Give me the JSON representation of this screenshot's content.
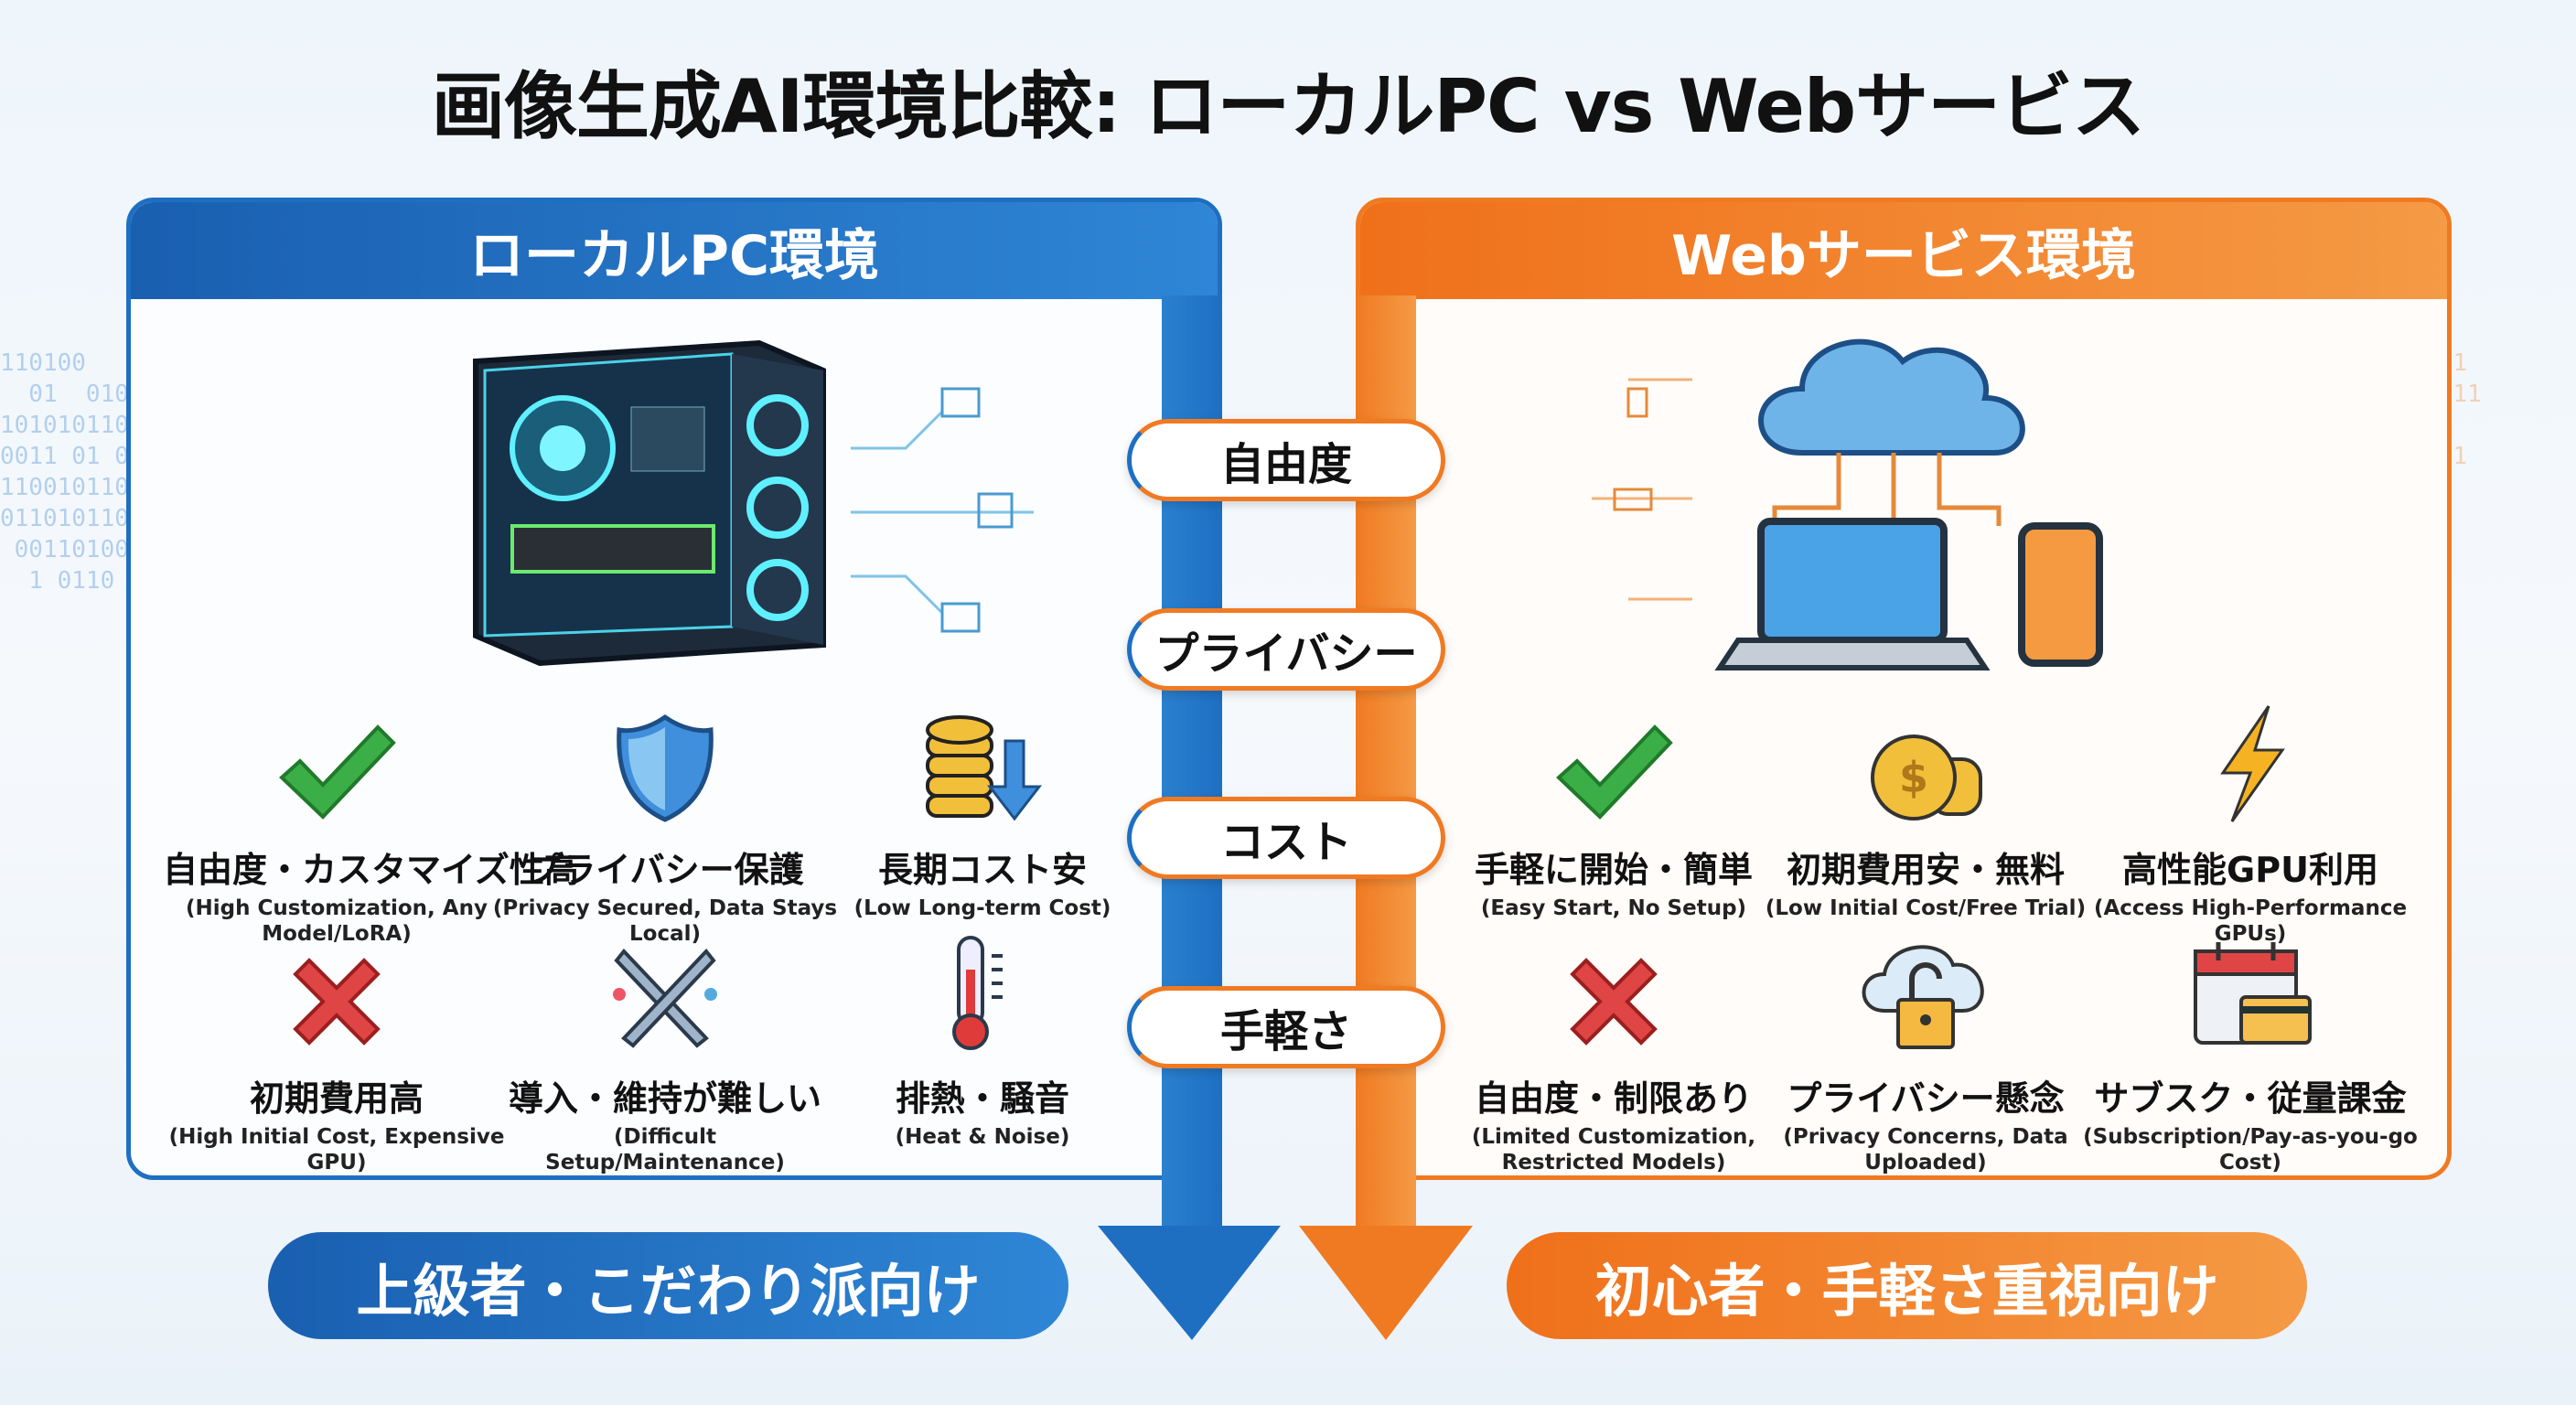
{
  "title": "画像生成AI環境比較: ローカルPC vs Webサービス",
  "colors": {
    "local": "#1e6fc2",
    "web": "#f07a22"
  },
  "local": {
    "header": "ローカルPC環境",
    "pros": [
      {
        "icon": "check-icon",
        "label": "自由度・カスタマイズ性高",
        "sub": "(High Customization, Any Model/LoRA)"
      },
      {
        "icon": "shield-icon",
        "label": "プライバシー保護",
        "sub": "(Privacy Secured, Data Stays Local)"
      },
      {
        "icon": "coins-down-icon",
        "label": "長期コスト安",
        "sub": "(Low Long-term Cost)"
      }
    ],
    "cons": [
      {
        "icon": "x-icon",
        "label": "初期費用高",
        "sub": "(High Initial Cost, Expensive GPU)"
      },
      {
        "icon": "wrench-icon",
        "label": "導入・維持が難しい",
        "sub": "(Difficult Setup/Maintenance)"
      },
      {
        "icon": "thermometer-icon",
        "label": "排熱・騒音",
        "sub": "(Heat & Noise)"
      }
    ],
    "audience": "上級者・こだわり派向け"
  },
  "web": {
    "header": "Webサービス環境",
    "pros": [
      {
        "icon": "check-icon",
        "label": "手軽に開始・簡単",
        "sub": "(Easy Start, No Setup)"
      },
      {
        "icon": "coin-icon",
        "label": "初期費用安・無料",
        "sub": "(Low Initial Cost/Free Trial)"
      },
      {
        "icon": "lightning-icon",
        "label": "高性能GPU利用",
        "sub": "(Access High-Performance GPUs)"
      }
    ],
    "cons": [
      {
        "icon": "x-icon",
        "label": "自由度・制限あり",
        "sub": "(Limited Customization, Restricted Models)"
      },
      {
        "icon": "cloud-lock-icon",
        "label": "プライバシー懸念",
        "sub": "(Privacy Concerns, Data Uploaded)"
      },
      {
        "icon": "calendar-card-icon",
        "label": "サブスク・従量課金",
        "sub": "(Subscription/Pay-as-you-go Cost)"
      }
    ],
    "audience": "初心者・手軽さ重視向け"
  },
  "criteria": [
    "自由度",
    "プライバシー",
    "コスト",
    "手軽さ"
  ]
}
